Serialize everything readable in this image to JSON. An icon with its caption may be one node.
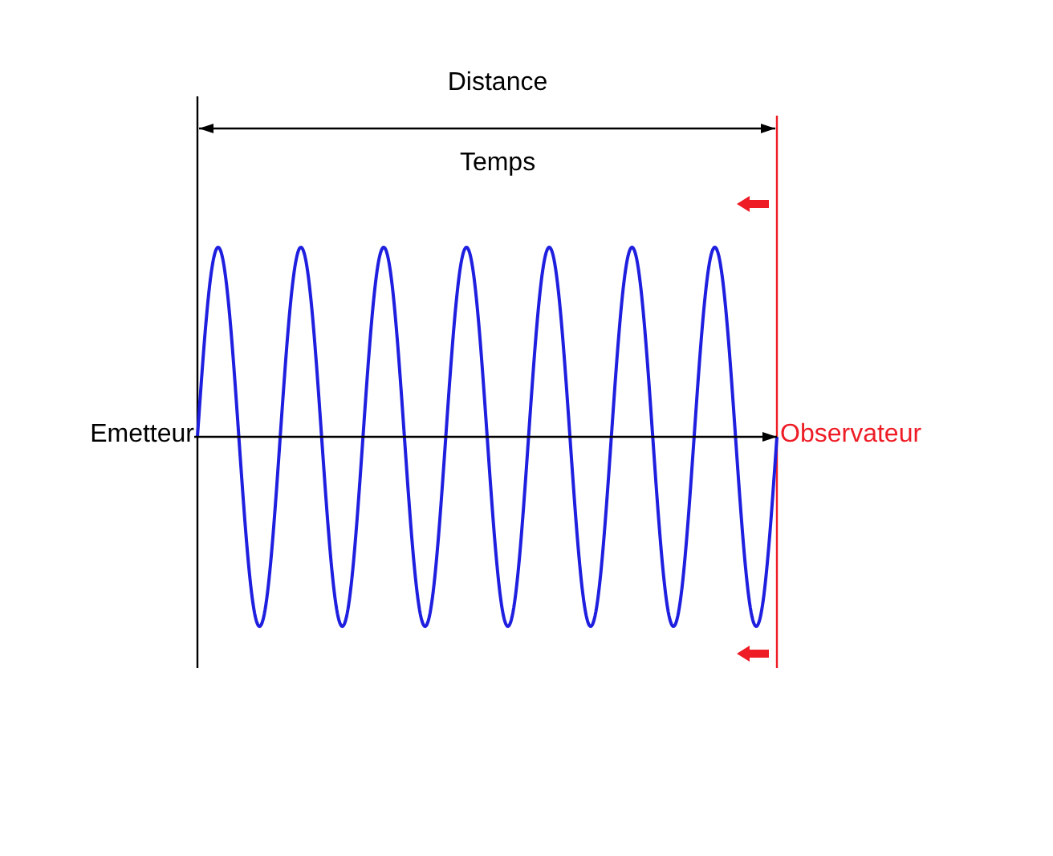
{
  "diagram": {
    "nodes": [
      {
        "text": [
          "Emetteur"
        ]
      },
      {
        "text": [
          "Observateur"
        ]
      }
    ],
    "edges": [
      {
        "from": 0,
        "to": 1,
        "arrow": "to"
      }
    ],
    "labels": [
      "Distance",
      "Temps"
    ]
  }
}
